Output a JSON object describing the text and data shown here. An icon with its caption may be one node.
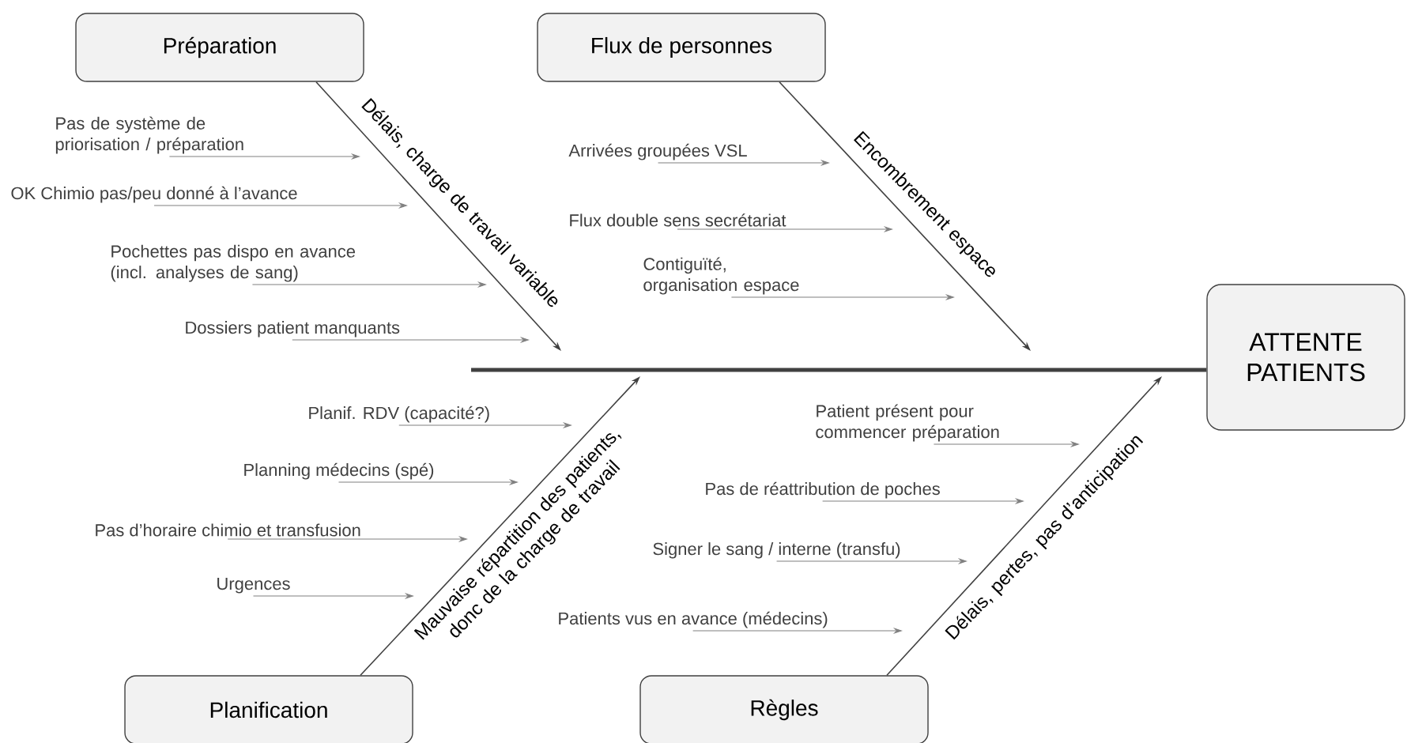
{
  "diagram": {
    "nodes": [
      {
        "text": [
          "Préparation"
        ]
      },
      {
        "text": [
          "Flux de personnes"
        ]
      },
      {
        "text": [
          "Pas de système de priorisation / préparation"
        ]
      },
      {
        "text": [
          "OK Chimio pas/peu donné à l’avance"
        ]
      },
      {
        "text": [
          "Pochettes pas dispo en avance (incl. analyses de sang)"
        ]
      },
      {
        "text": [
          "Dossiers patient manquants"
        ]
      },
      {
        "text": [
          "Arrivées groupées VSL"
        ]
      },
      {
        "text": [
          "Flux double sens secrétariat"
        ]
      },
      {
        "text": [
          "Contiguïté, organisation espace"
        ]
      },
      {
        "text": [
          "ATTENTE PATIENTS"
        ]
      },
      {
        "text": [
          "Planif. RDV (capacité?)"
        ]
      },
      {
        "text": [
          "Planning médecins (spé)"
        ]
      },
      {
        "text": [
          "Pas d’horaire chimio et transfusion"
        ]
      },
      {
        "text": [
          "Urgences"
        ]
      },
      {
        "text": [
          "Patient présent pour commencer préparation"
        ]
      },
      {
        "text": [
          "Pas de réattribution de poches"
        ]
      },
      {
        "text": [
          "Signer le sang / interne (transfu)"
        ]
      },
      {
        "text": [
          "Patients vus en avance (médecins)"
        ]
      },
      {
        "text": [
          "Planification"
        ]
      },
      {
        "text": [
          "Règles"
        ]
      }
    ],
    "edges": [
      {
        "from": 0,
        "to": null,
        "arrow": "to",
        "label": "Délais, charge de travail variable",
        "color": "#404040"
      },
      {
        "from": 1,
        "to": null,
        "arrow": "to",
        "label": "Encombrement espace",
        "color": "#404040"
      },
      {
        "from": 18,
        "to": null,
        "arrow": "to",
        "label": "Mauvaise répartition des patients, donc de la charge de travail",
        "color": "#404040"
      },
      {
        "from": 19,
        "to": null,
        "arrow": "to",
        "label": "Délais, pertes, pas d’anticipation",
        "color": "#404040"
      },
      {
        "from": null,
        "to": 9,
        "arrow": "none",
        "style": "thick",
        "color": "#404040"
      },
      {
        "from": 2,
        "to": null,
        "arrow": "to"
      },
      {
        "from": 3,
        "to": null,
        "arrow": "to"
      },
      {
        "from": 4,
        "to": null,
        "arrow": "to"
      },
      {
        "from": 5,
        "to": null,
        "arrow": "to"
      },
      {
        "from": 6,
        "to": null,
        "arrow": "to"
      },
      {
        "from": 7,
        "to": null,
        "arrow": "to"
      },
      {
        "from": 8,
        "to": null,
        "arrow": "to"
      },
      {
        "from": 10,
        "to": null,
        "arrow": "to"
      },
      {
        "from": 11,
        "to": null,
        "arrow": "to"
      },
      {
        "from": 12,
        "to": null,
        "arrow": "to"
      },
      {
        "from": 13,
        "to": null,
        "arrow": "to"
      },
      {
        "from": 14,
        "to": null,
        "arrow": "to"
      },
      {
        "from": 15,
        "to": null,
        "arrow": "to"
      },
      {
        "from": 16,
        "to": null,
        "arrow": "to"
      },
      {
        "from": 17,
        "to": null,
        "arrow": "to"
      }
    ]
  }
}
